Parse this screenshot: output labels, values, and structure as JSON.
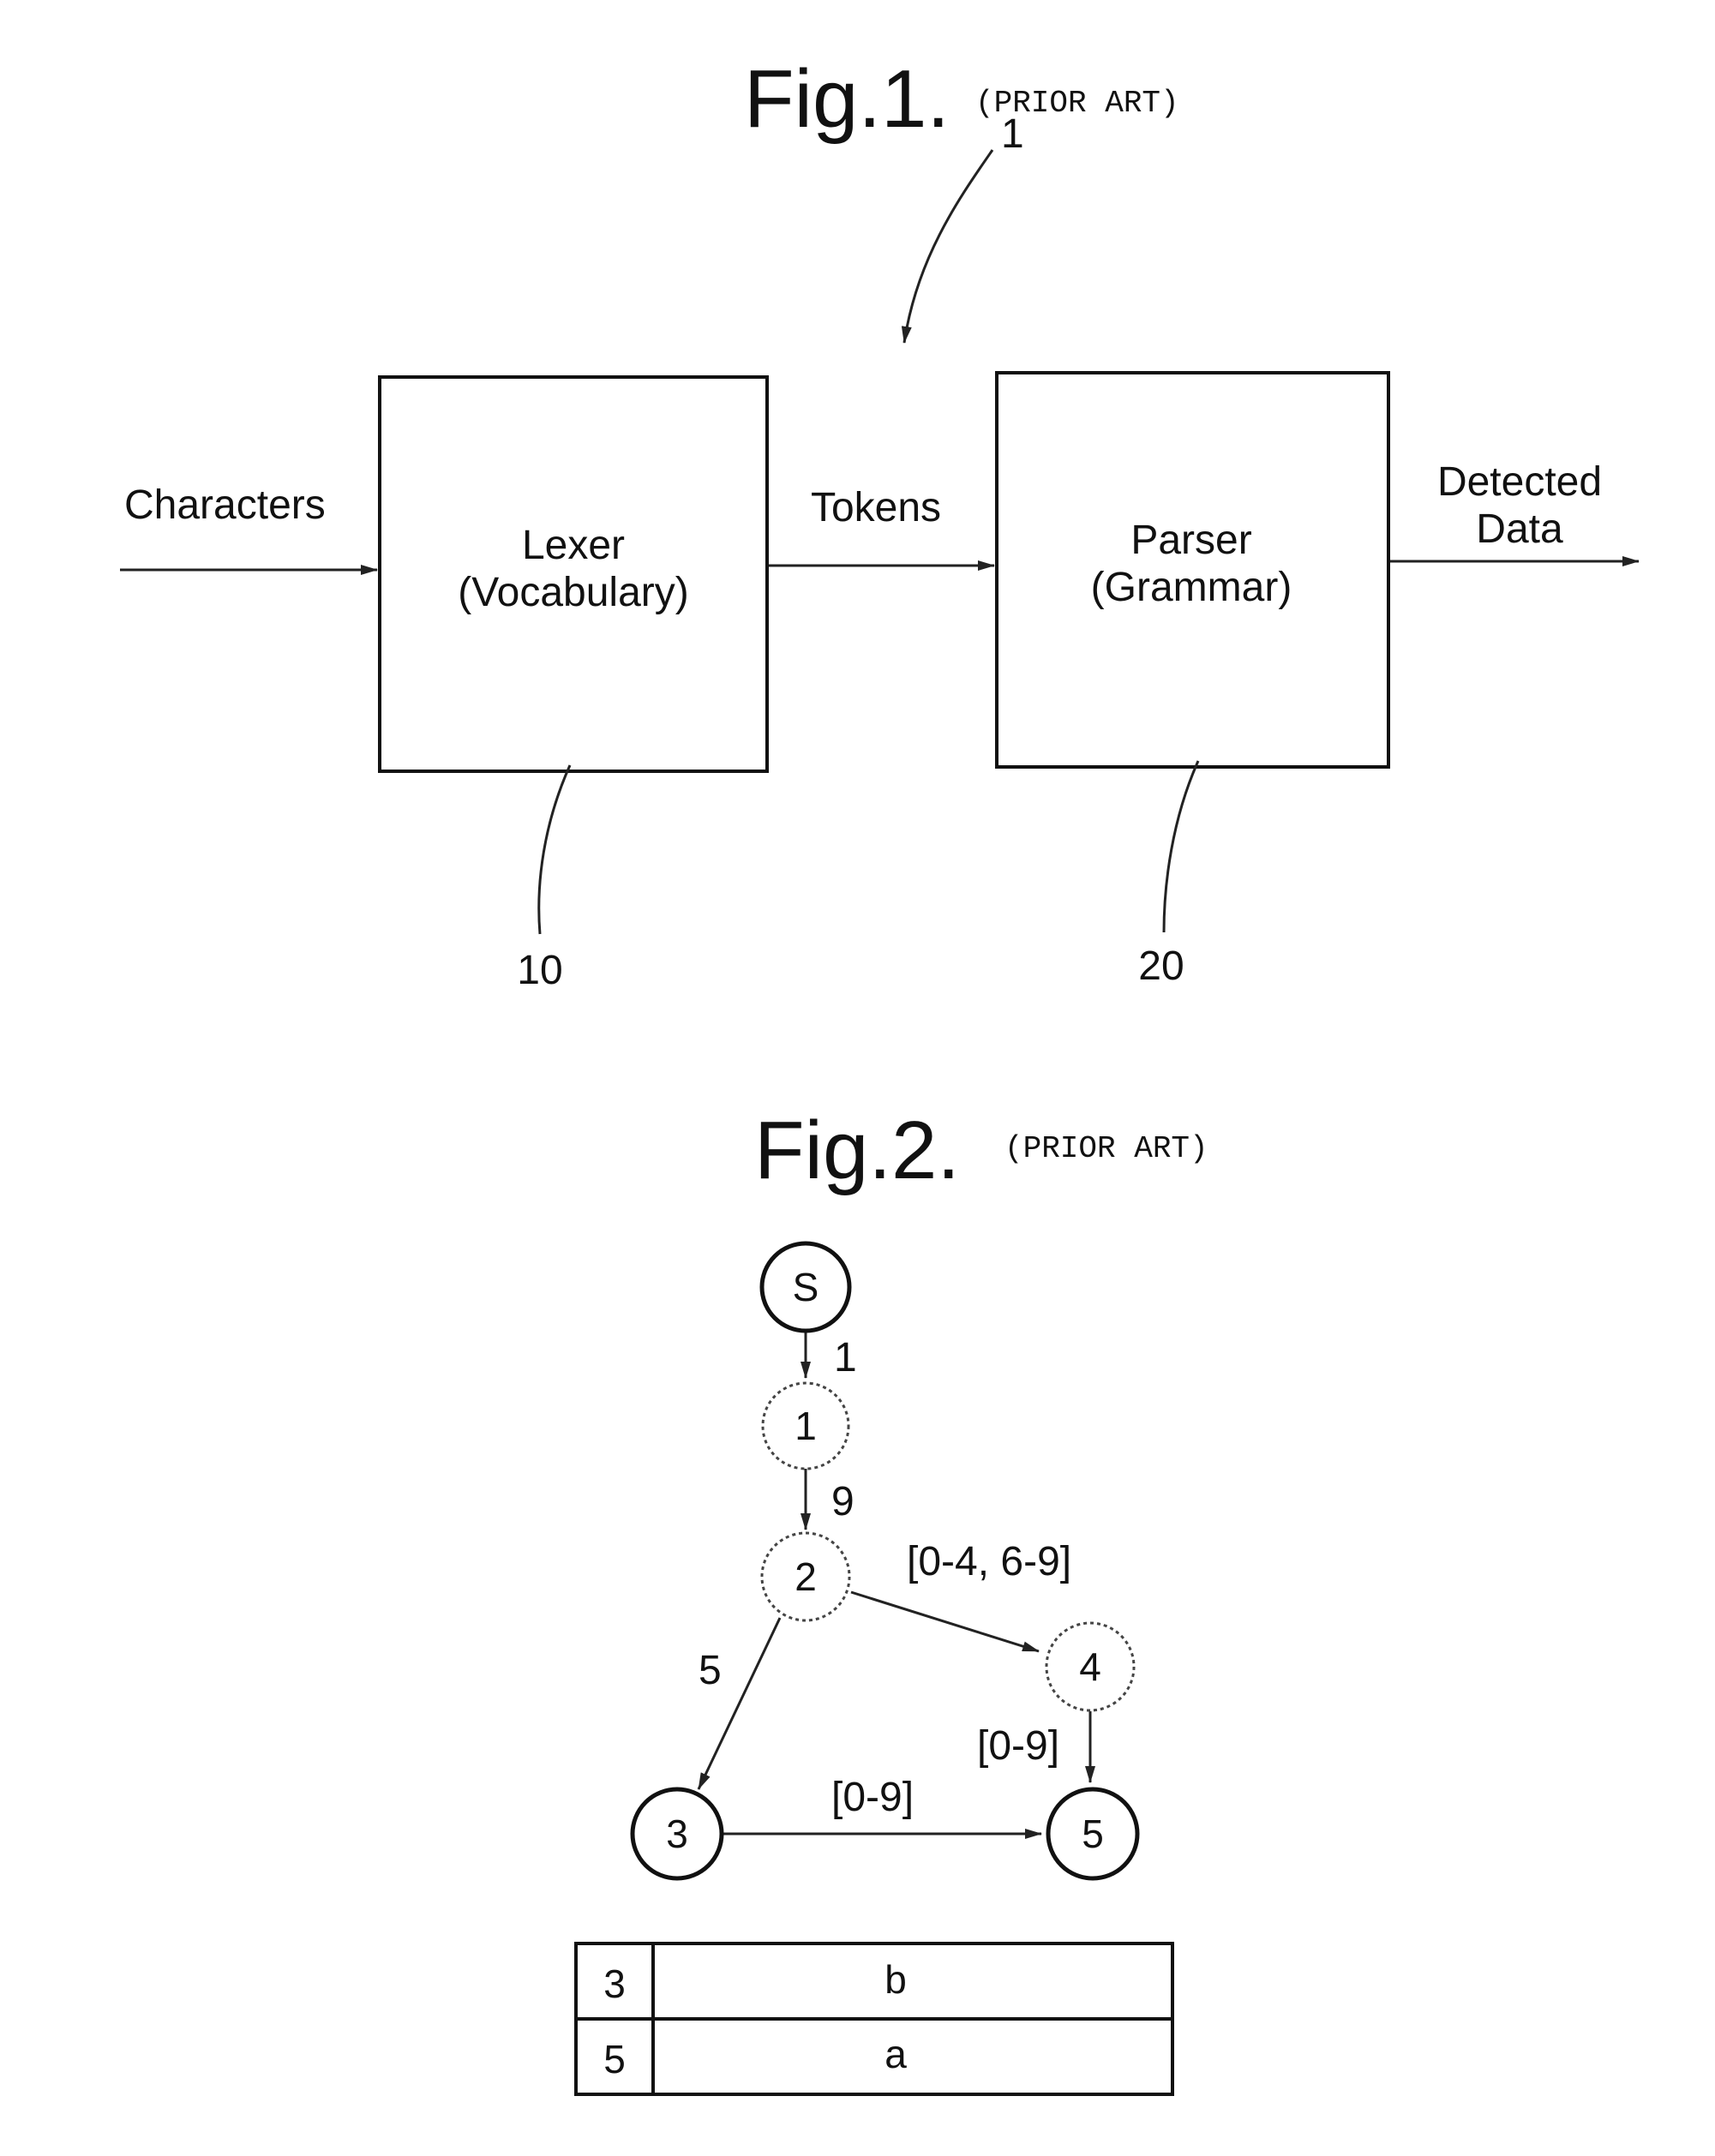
{
  "fig1": {
    "title": "Fig.1.",
    "note": "(PRIOR ART)",
    "ref_system": "1",
    "input_label": "Characters",
    "lexer": {
      "line1": "Lexer",
      "line2": "(Vocabulary)",
      "ref": "10"
    },
    "middle_label": "Tokens",
    "parser": {
      "line1": "Parser",
      "line2": "(Grammar)",
      "ref": "20"
    },
    "output_label_line1": "Detected",
    "output_label_line2": "Data"
  },
  "fig2": {
    "title": "Fig.2.",
    "note": "(PRIOR ART)",
    "nodes": {
      "s": "S",
      "n1": "1",
      "n2": "2",
      "n3": "3",
      "n4": "4",
      "n5": "5"
    },
    "edges": {
      "s_1": "1",
      "n1_2": "9",
      "n2_4": "[0-4, 6-9]",
      "n2_3": "5",
      "n4_5": "[0-9]",
      "n3_5": "[0-9]"
    },
    "table": {
      "rows": [
        {
          "state": "3",
          "value": "b"
        },
        {
          "state": "5",
          "value": "a"
        }
      ]
    }
  }
}
